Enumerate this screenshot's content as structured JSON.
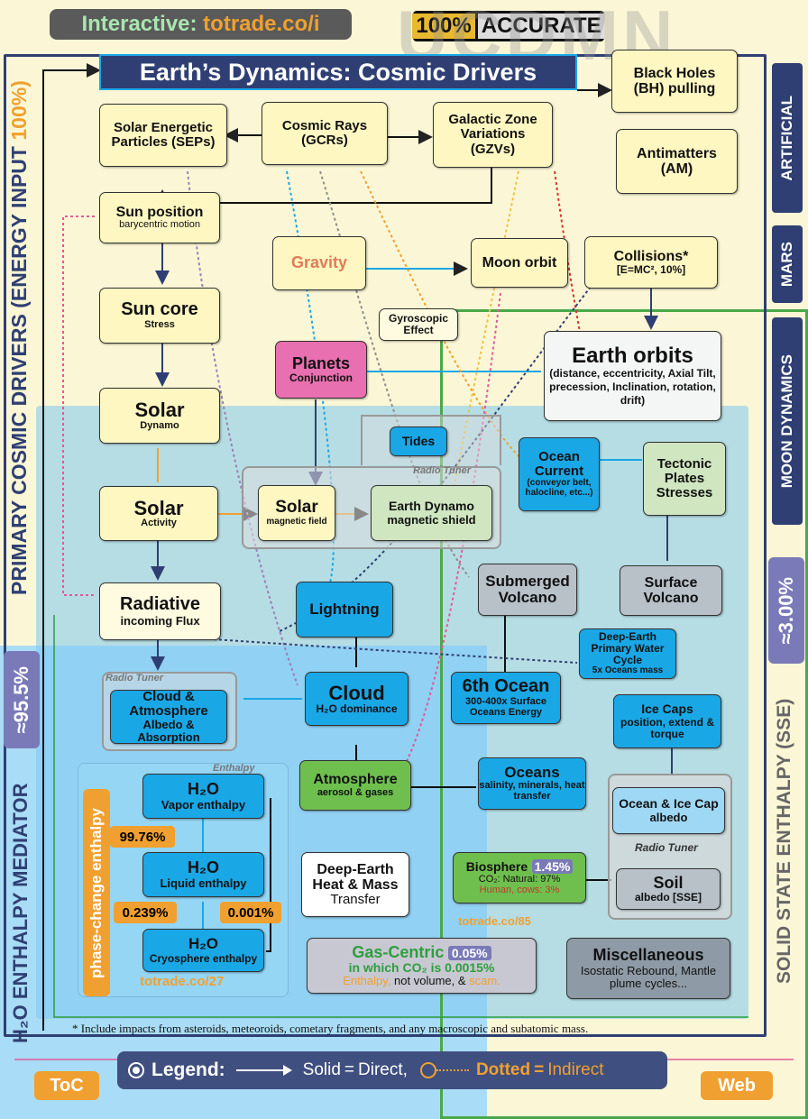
{
  "header": {
    "interactive_prefix": "Interactive: ",
    "interactive_link": "totrade.co/i",
    "accurate_pct": "100%",
    "accurate_word": "ACCURATE",
    "watermark": "UCDMN",
    "title": "Earth’s Dynamics: Cosmic Drivers"
  },
  "side_labels": {
    "primary": "PRIMARY COSMIC DRIVERS (ENERGY INPUT ",
    "primary_pct": "100%)",
    "artificial": "ARTIFICIAL",
    "mars": "MARS",
    "moon_dynamics": "MOON DYNAMICS",
    "solid_pct": "≈3.00%",
    "solid_state": "SOLID STATE  ENTHALPY (SSE)",
    "h2o_pct": "≈95.5%",
    "h2o_mediator": "H₂O ENTHALPY MEDIATOR",
    "phase_change": "phase-change enthalpy"
  },
  "nodes": {
    "seps": {
      "title": "Solar Energetic Particles (SEPs)"
    },
    "gcrs": {
      "title": "Cosmic Rays",
      "sub": "(GCRs)"
    },
    "gzvs": {
      "title": "Galactic Zone Variations",
      "sub": "(GZVs)"
    },
    "black_holes": {
      "title": "Black Holes",
      "sub": "(BH) pulling"
    },
    "antimatters": {
      "title": "Antimatters",
      "sub": "(AM)"
    },
    "sun_position": {
      "title": "Sun position",
      "sub": "barycentric motion"
    },
    "gravity": {
      "title": "Gravity"
    },
    "moon_orbit": {
      "title": "Moon orbit"
    },
    "collisions": {
      "title": "Collisions*",
      "sub": "[E=MC², 10%]"
    },
    "sun_core": {
      "title": "Sun core",
      "sub": "Stress"
    },
    "gyroscopic": {
      "title": "Gyroscopic",
      "sub": "Effect"
    },
    "planets": {
      "title": "Planets",
      "sub": "Conjunction"
    },
    "earth_orbits": {
      "title": "Earth orbits",
      "sub": "(distance, eccentricity, Axial Tilt, precession, Inclination, rotation, drift)"
    },
    "solar_dynamo": {
      "title": "Solar",
      "sub": "Dynamo"
    },
    "tides": {
      "title": "Tides"
    },
    "ocean_current": {
      "title": "Ocean Current",
      "sub": "(conveyor belt, halocline, etc...)"
    },
    "tectonic": {
      "title": "Tectonic Plates Stresses"
    },
    "radio_tuner_1": "Radio Tuner",
    "solar_activity": {
      "title": "Solar",
      "sub": "Activity"
    },
    "solar_field": {
      "title": "Solar",
      "sub": "magnetic field"
    },
    "earth_dynamo": {
      "title": "Earth Dynamo",
      "sub": "magnetic shield"
    },
    "submerged_volcano": {
      "title": "Submerged",
      "sub": "Volcano"
    },
    "surface_volcano": {
      "title": "Surface",
      "sub": "Volcano"
    },
    "radiative": {
      "title": "Radiative",
      "sub": "incoming Flux"
    },
    "lightning": {
      "title": "Lightning"
    },
    "deep_water": {
      "title": "Deep-Earth Primary Water Cycle",
      "sub": "5x Oceans mass"
    },
    "radio_tuner_2": "Radio Tuner",
    "cloud_atm": {
      "title": "Cloud & Atmosphere",
      "sub": "Albedo & Absorption"
    },
    "cloud": {
      "title": "Cloud",
      "sub": "H₂O dominance"
    },
    "sixth_ocean": {
      "title": "6th Ocean",
      "sub": "300-400x Surface Oceans Energy"
    },
    "ice_caps": {
      "title": "Ice Caps",
      "sub": "position, extend & torque"
    },
    "enthalpy_label": "Enthalpy",
    "h2o_vapor": {
      "title": "H₂O",
      "sub": "Vapor enthalpy"
    },
    "atmosphere": {
      "title": "Atmosphere",
      "sub": "aerosol & gases"
    },
    "oceans": {
      "title": "Oceans",
      "sub": "salinity, minerals, heat transfer"
    },
    "ocean_ice_albedo": {
      "title": "Ocean & Ice Cap",
      "sub": "albedo"
    },
    "pct_9976": "99.76%",
    "h2o_liquid": {
      "title": "H₂O",
      "sub": "Liquid enthalpy"
    },
    "deep_heat": {
      "title": "Deep-Earth",
      "sub": "Heat & Mass",
      "sub2": "Transfer"
    },
    "biosphere": {
      "title": "Biosphere",
      "pct": "1.45%",
      "line1": "CO₂: Natural: 97%",
      "line2": "Human, cows: 3%"
    },
    "radio_tuner_3": "Radio Tuner",
    "soil": {
      "title": "Soil",
      "sub": "albedo [SSE]"
    },
    "pct_0239": "0.239%",
    "pct_0001": "0.001%",
    "h2o_cryo": {
      "title": "H₂O",
      "sub": "Cryosphere enthalpy"
    },
    "link_85": "totrade.co/85",
    "link_27": "totrade.co/27",
    "gas_centric": {
      "title": "Gas-Centric",
      "pct": "0.05%",
      "line1a": "in which CO",
      "line1b": "₂ is 0.0015%",
      "line2a": "Enthalpy,",
      "line2b": " not volume, & ",
      "line2c": "scam."
    },
    "misc": {
      "title": "Miscellaneous",
      "sub": "Isostatic Rebound, Mantle plume cycles..."
    }
  },
  "footnote": "* Include impacts from asteroids, meteoroids, cometary fragments, and any macroscopic and subatomic mass.",
  "legend": {
    "label": "Legend:",
    "solid": "Solid",
    "direct": "Direct,",
    "dotted": "Dotted",
    "indirect": "Indirect",
    "eq": "="
  },
  "buttons": {
    "toc": "ToC",
    "web": "Web"
  },
  "colors": {
    "orange": "#f0a030",
    "navy": "#2f3f73",
    "blue": "#1aa7e6",
    "green": "#2e9e3e"
  }
}
